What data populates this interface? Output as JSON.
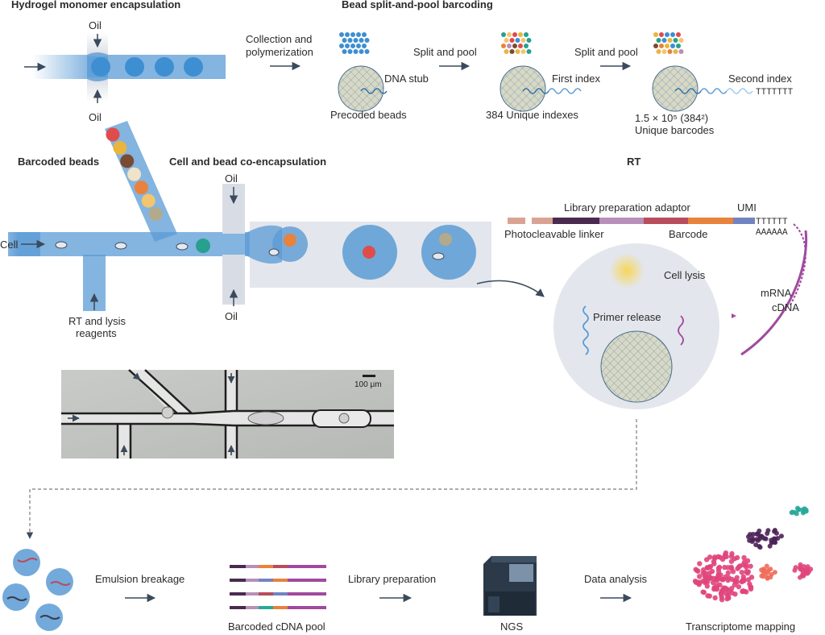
{
  "sections": {
    "hydrogel": "Hydrogel monomer encapsulation",
    "split_pool": "Bead split-and-pool barcoding",
    "barcoded_beads": "Barcoded beads",
    "co_encapsulation": "Cell and bead co-encapsulation",
    "rt": "RT"
  },
  "labels": {
    "oil": "Oil",
    "collection_line1": "Collection and",
    "collection_line2": "polymerization",
    "split_and_pool": "Split and pool",
    "dna_stub": "DNA stub",
    "first_index": "First index",
    "second_index": "Second index",
    "polyT": "TTTTTTT",
    "precoded_beads": "Precoded beads",
    "unique_indexes": "384 Unique indexes",
    "barcodes_count": "1.5 × 10⁵ (384²)",
    "unique_barcodes": "Unique barcodes",
    "cell": "Cell",
    "rt_reagents_line1": "RT and lysis",
    "rt_reagents_line2": "reagents",
    "scale_bar": "100 μm",
    "library_adaptor": "Library preparation adaptor",
    "umi": "UMI",
    "photocleavable_linker": "Photocleavable linker",
    "barcode": "Barcode",
    "polyT_short": "TTTTTT",
    "polyA": "AAAAAA",
    "mrna": "mRNA",
    "cdna": "cDNA",
    "cell_lysis": "Cell lysis",
    "primer_release": "Primer release",
    "emulsion_breakage": "Emulsion breakage",
    "library_preparation": "Library preparation",
    "data_analysis": "Data analysis",
    "barcoded_cdna_pool": "Barcoded cDNA pool",
    "ngs": "NGS",
    "transcriptome_mapping": "Transcriptome mapping"
  },
  "colors": {
    "channel_blue": "#5b9bd5",
    "bead_blue": "#3d8fd1",
    "chamber_gray": "#e3e6ec",
    "linker_pink": "#d9a394",
    "adaptor_dark": "#4a2a4f",
    "adaptor_lavender": "#b88fb9",
    "barcode_red": "#b84d5b",
    "barcode_orange": "#e8823c",
    "umi_blue": "#7284c0",
    "mrna_purple": "#a04a9f",
    "cluster_pink": "#e0457b",
    "cluster_purple": "#4b2358",
    "cluster_teal": "#28a99a",
    "cluster_salmon": "#ef6b5b"
  },
  "bead_colors": [
    "#e04b4b",
    "#e9b53f",
    "#7a4a32",
    "#efe3c8",
    "#e8823c",
    "#f2c66e",
    "#b3aa8c",
    "#27a08f"
  ],
  "cdna_pool_colors": [
    [
      "#4a2a4f",
      "#b88fb9",
      "#e8823c",
      "#b84d5b",
      "#a04a9f"
    ],
    [
      "#4a2a4f",
      "#b88fb9",
      "#7284c0",
      "#e8823c",
      "#a04a9f"
    ],
    [
      "#4a2a4f",
      "#b88fb9",
      "#b84d5b",
      "#7284c0",
      "#a04a9f"
    ],
    [
      "#4a2a4f",
      "#b88fb9",
      "#28a99a",
      "#e8823c",
      "#a04a9f"
    ]
  ]
}
